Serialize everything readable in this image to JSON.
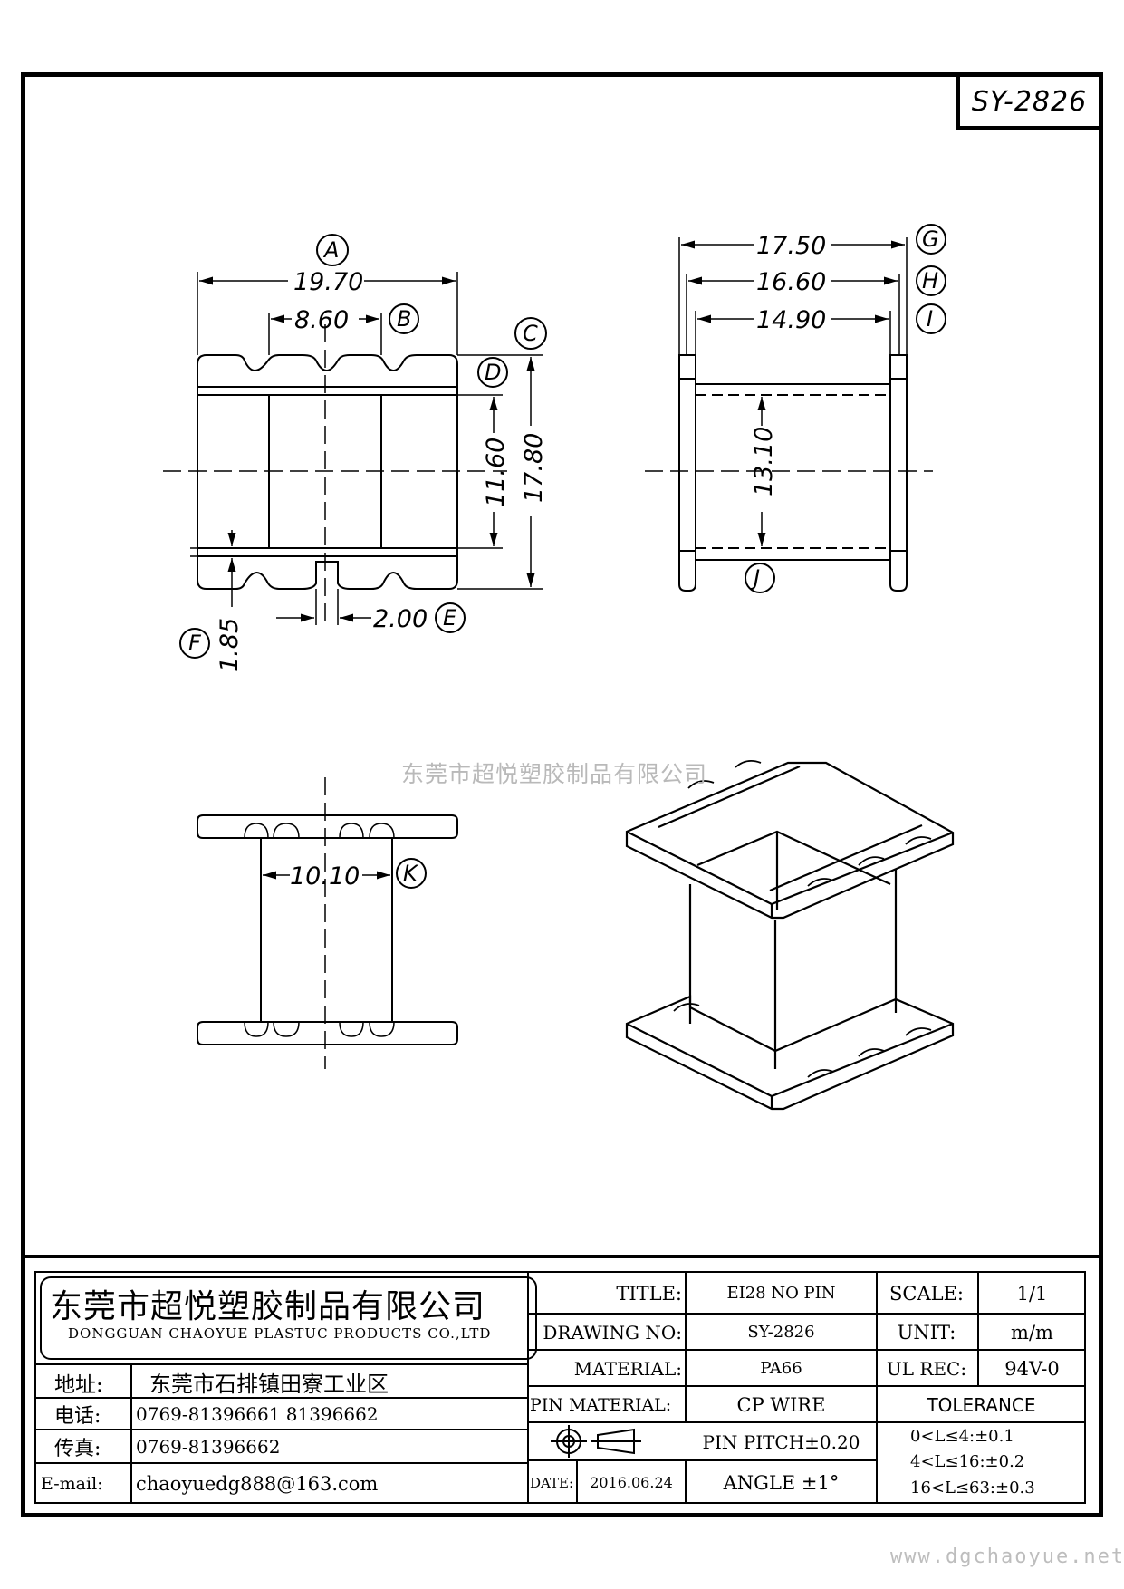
{
  "drawing_number": "SY-2826",
  "watermark": "东莞市超悦塑胶制品有限公司",
  "website": "www.dgchaoyue.net",
  "dimensions": {
    "A": {
      "label": "A",
      "value": "19.70"
    },
    "B": {
      "label": "B",
      "value": "8.60"
    },
    "C": {
      "label": "C",
      "value": "17.80"
    },
    "D": {
      "label": "D",
      "value": "11.60"
    },
    "E": {
      "label": "E",
      "value": "2.00"
    },
    "F": {
      "label": "F",
      "value": "1.85"
    },
    "G": {
      "label": "G",
      "value": "17.50"
    },
    "H": {
      "label": "H",
      "value": "16.60"
    },
    "I": {
      "label": "I",
      "value": "14.90"
    },
    "J": {
      "label": "J",
      "value": "13.10"
    },
    "K": {
      "label": "K",
      "value": "10.10"
    }
  },
  "title_block": {
    "company_cn": "东莞市超悦塑胶制品有限公司",
    "company_en": "DONGGUAN CHAOYUE PLASTUC PRODUCTS CO.,LTD",
    "address_label": "地址:",
    "address": "东莞市石排镇田寮工业区",
    "phone_label": "电话:",
    "phone": "0769-81396661   81396662",
    "fax_label": "传真:",
    "fax": "0769-81396662",
    "email_label": "E-mail:",
    "email": "chaoyuedg888@163.com",
    "title_label": "TITLE:",
    "title": "EI28 NO PIN",
    "drawing_no_label": "DRAWING NO:",
    "drawing_no": "SY-2826",
    "material_label": "MATERIAL:",
    "material": "PA66",
    "pin_material_label": "PIN MATERIAL:",
    "pin_material": "CP WIRE",
    "pin_pitch": "PIN PITCH±0.20",
    "date_label": "DATE:",
    "date": "2016.06.24",
    "angle": "ANGLE  ±1°",
    "scale_label": "SCALE:",
    "scale": "1/1",
    "unit_label": "UNIT:",
    "unit": "m/m",
    "ul_rec_label": "UL REC:",
    "ul_rec": "94V-0",
    "tolerance_label": "TOLERANCE",
    "tolerances": [
      "0<L≤4:±0.1",
      "4<L≤16:±0.2",
      "16<L≤63:±0.3"
    ]
  }
}
